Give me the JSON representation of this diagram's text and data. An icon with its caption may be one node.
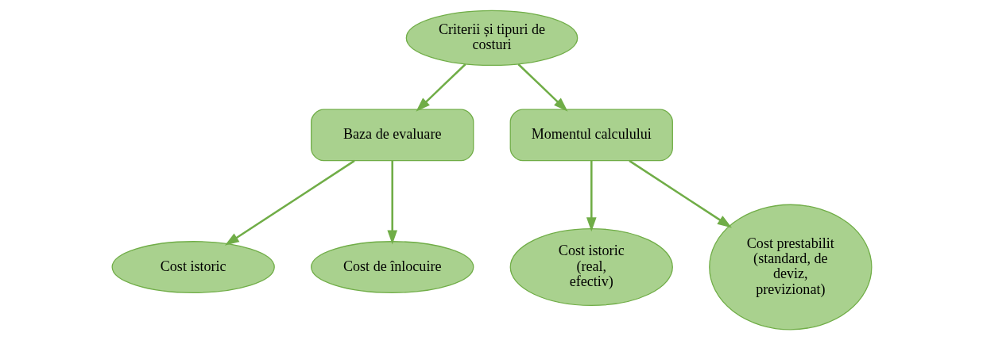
{
  "diagram": {
    "nodes": [
      {
        "text": [
          "Criterii și tipuri de costuri"
        ]
      },
      {
        "text": [
          "Baza de evaluare"
        ]
      },
      {
        "text": [
          "Momentul calculului"
        ]
      },
      {
        "text": [
          "Cost istoric"
        ]
      },
      {
        "text": [
          "Cost de înlocuire"
        ]
      },
      {
        "text": [
          "Cost istoric (real, efectiv)"
        ]
      },
      {
        "text": [
          "Cost prestabilit (standard, de deviz, previzionat)"
        ]
      }
    ],
    "edges": [
      {
        "from": 0,
        "to": 1,
        "arrow": "to"
      },
      {
        "from": 0,
        "to": 2,
        "arrow": "to"
      },
      {
        "from": 1,
        "to": 3,
        "arrow": "to"
      },
      {
        "from": 1,
        "to": 4,
        "arrow": "to"
      },
      {
        "from": 2,
        "to": 5,
        "arrow": "to"
      },
      {
        "from": 2,
        "to": 6,
        "arrow": "to"
      }
    ]
  }
}
